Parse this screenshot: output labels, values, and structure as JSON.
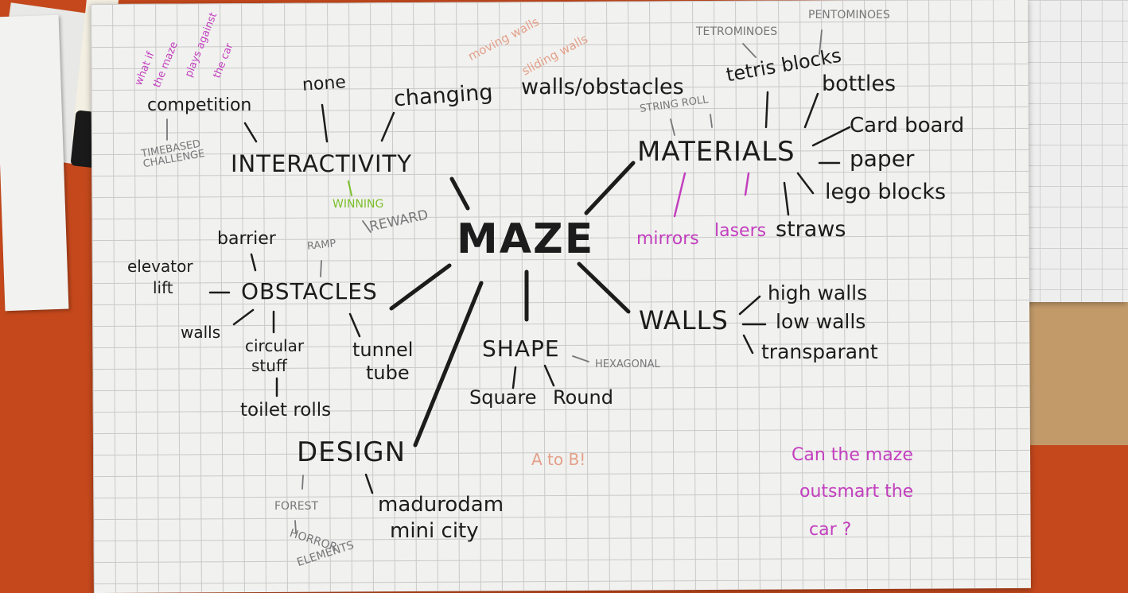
{
  "center": "MAZE",
  "interactivity": {
    "title": "INTERACTIVITY",
    "options": [
      "competition",
      "none",
      "changing",
      "walls/obstacles"
    ],
    "competition_note": "TIMEBASED CHALLENGE",
    "what_if": [
      "what if",
      "the maze",
      "plays against",
      "the car"
    ],
    "moving": [
      "moving walls",
      "sliding walls"
    ],
    "winning": "WINNING",
    "reward": "REWARD"
  },
  "materials": {
    "title": "MATERIALS",
    "items": [
      "tetris blocks",
      "bottles",
      "Card board",
      "paper",
      "lego blocks",
      "straws"
    ],
    "tetris_notes": [
      "TETROMINOES",
      "PENTOMINOES"
    ],
    "string_roll": "STRING ROLL",
    "magenta_items": [
      "mirrors",
      "lasers"
    ]
  },
  "obstacles": {
    "title": "OBSTACLES",
    "items": [
      "barrier",
      "elevator",
      "lift",
      "walls",
      "circular",
      "stuff",
      "tunnel",
      "tube",
      "toilet rolls"
    ],
    "ramp": "RAMP"
  },
  "walls": {
    "title": "WALLS",
    "items": [
      "high walls",
      "low walls",
      "transparant"
    ]
  },
  "shape": {
    "title": "SHAPE",
    "items": [
      "Square",
      "Round"
    ],
    "note": "HEXAGONAL"
  },
  "design": {
    "title": "DESIGN",
    "items": [
      "madurodam",
      "mini city"
    ],
    "notes": [
      "FOREST",
      "HORROR",
      "ELEMENTS"
    ]
  },
  "a_to_b": "A to B!",
  "question": [
    "Can the maze",
    "outsmart the",
    "car ?"
  ],
  "colors": {
    "table": "#c4481c",
    "paper": "#f1f1ef",
    "black_ink": "#1c1c1c",
    "gray_ink": "#77777a",
    "magenta_ink": "#c23fbe",
    "orange_ink": "#e3a08a",
    "green_ink": "#7bbf2a"
  }
}
